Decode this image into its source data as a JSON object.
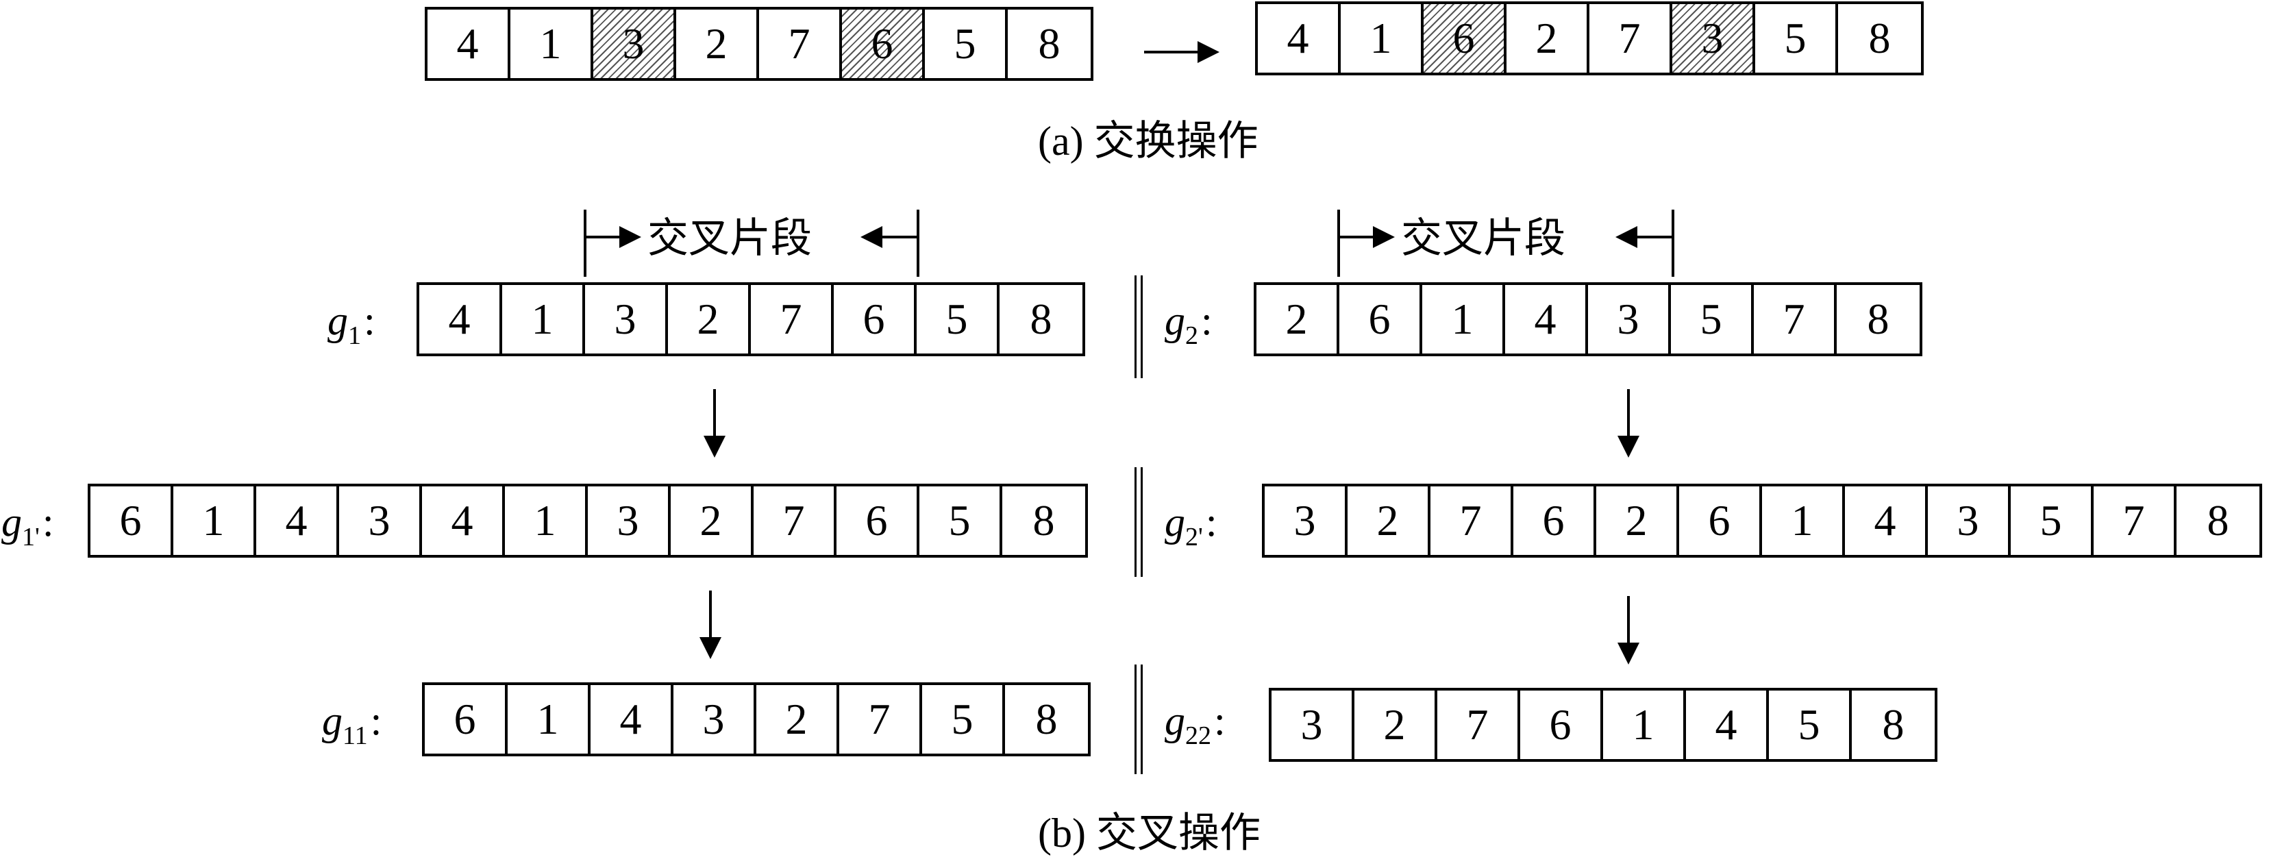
{
  "swap": {
    "before": [
      4,
      1,
      3,
      2,
      7,
      6,
      5,
      8
    ],
    "after": [
      4,
      1,
      6,
      2,
      7,
      3,
      5,
      8
    ],
    "hatched_positions": [
      2,
      5
    ],
    "caption": "(a) 交换操作"
  },
  "crossover": {
    "segment_label": "交叉片段",
    "g1": {
      "name": "g",
      "sub": "1",
      "colon": ":",
      "genes": [
        4,
        1,
        3,
        2,
        7,
        6,
        5,
        8
      ]
    },
    "g2": {
      "name": "g",
      "sub": "2",
      "colon": ":",
      "genes": [
        2,
        6,
        1,
        4,
        3,
        5,
        7,
        8
      ]
    },
    "g1p": {
      "name": "g",
      "sub": "1'",
      "colon": ":",
      "genes": [
        6,
        1,
        4,
        3,
        4,
        1,
        3,
        2,
        7,
        6,
        5,
        8
      ]
    },
    "g2p": {
      "name": "g",
      "sub": "2'",
      "colon": ":",
      "genes": [
        3,
        2,
        7,
        6,
        2,
        6,
        1,
        4,
        3,
        5,
        7,
        8
      ]
    },
    "g11": {
      "name": "g",
      "sub": "11",
      "colon": ":",
      "genes": [
        6,
        1,
        4,
        3,
        2,
        7,
        5,
        8
      ]
    },
    "g22": {
      "name": "g",
      "sub": "22",
      "colon": ":",
      "genes": [
        3,
        2,
        7,
        6,
        1,
        4,
        5,
        8
      ]
    },
    "caption": "(b) 交叉操作"
  }
}
